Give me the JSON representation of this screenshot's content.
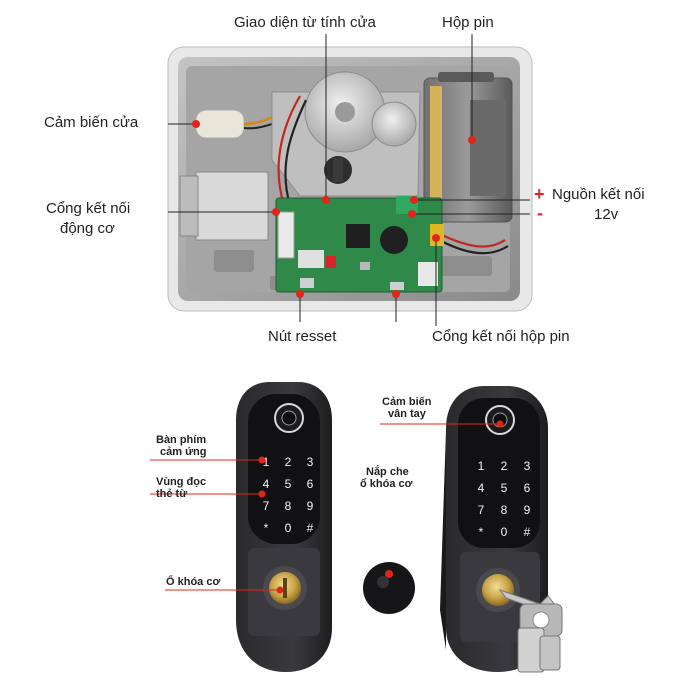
{
  "top_labels": {
    "magnetic_interface": "Giao diện từ tính cửa",
    "battery_box": "Hộp pin",
    "door_sensor": "Cảm biến cửa",
    "motor_connector_line1": "Cổng kết nối",
    "motor_connector_line2": "động cơ",
    "power_plus": "+",
    "power_minus": "-",
    "power_line1": "Nguồn kết nối",
    "power_line2": "12v",
    "reset_button": "Nút resset",
    "battery_connector": "Cổng kết nối hộp pin"
  },
  "bottom_labels": {
    "touch_keypad_line1": "Bàn phím",
    "touch_keypad_line2": "cảm ứng",
    "card_reader_line1": "Vùng đọc",
    "card_reader_line2": "thẻ từ",
    "mechanical_lock": "Ổ khóa cơ",
    "cover_line1": "Nắp che",
    "cover_line2": "ổ khóa cơ",
    "fingerprint_line1": "Cảm biến",
    "fingerprint_line2": "vân tay"
  },
  "keypad_keys": [
    "1",
    "2",
    "3",
    "4",
    "5",
    "6",
    "7",
    "8",
    "9",
    "*",
    "0",
    "#"
  ],
  "colors": {
    "callout": "#e0261c",
    "pcb": "#2f8a4a",
    "housing": "#9a9a9a",
    "lock_body": "#2b2b2e",
    "brass": "#c9a64a"
  }
}
